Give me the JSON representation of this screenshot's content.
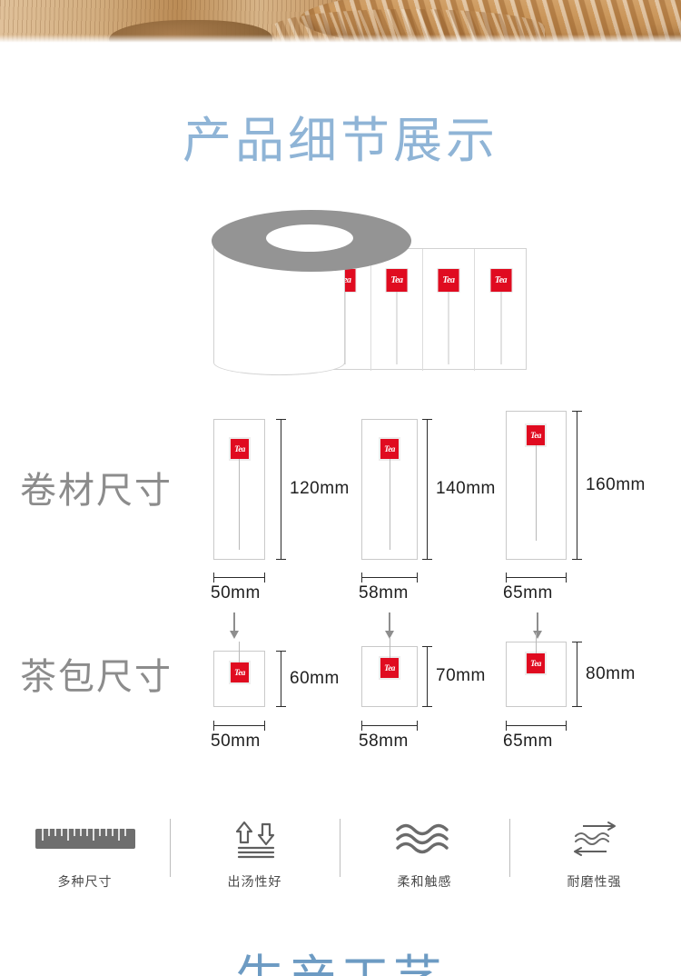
{
  "hero": {
    "alt": "bamboo-basket-photo",
    "description": "woven bamboo basket on wooden board"
  },
  "section_title": "产品细节展示",
  "roll_illustration": {
    "name": "tea-bag-roll-illustration",
    "tag_text": "Tea",
    "panel_count": 5
  },
  "rows": [
    {
      "label": "卷材尺寸",
      "name": "roll-material-size",
      "specs": [
        {
          "width_label": "50mm",
          "height_label": "120mm",
          "tag_text": "Tea"
        },
        {
          "width_label": "58mm",
          "height_label": "140mm",
          "tag_text": "Tea"
        },
        {
          "width_label": "65mm",
          "height_label": "160mm",
          "tag_text": "Tea"
        }
      ]
    },
    {
      "label": "茶包尺寸",
      "name": "tea-bag-size",
      "specs": [
        {
          "width_label": "50mm",
          "height_label": "60mm",
          "tag_text": "Tea"
        },
        {
          "width_label": "58mm",
          "height_label": "70mm",
          "tag_text": "Tea"
        },
        {
          "width_label": "65mm",
          "height_label": "80mm",
          "tag_text": "Tea"
        }
      ]
    }
  ],
  "features": [
    {
      "label": "多种尺寸",
      "icon": "ruler-icon"
    },
    {
      "label": "出汤性好",
      "icon": "up-down-arrows-icon"
    },
    {
      "label": "柔和触感",
      "icon": "wavy-lines-icon"
    },
    {
      "label": "耐磨性强",
      "icon": "abrasion-arrows-icon"
    }
  ],
  "next_section_title": "生产工艺",
  "colors": {
    "title_blue": "#8fb4d6",
    "label_gray": "#8c8c8c",
    "tag_red": "#e00b20",
    "roll_gray": "#949494",
    "dim_line": "#2b2b2b"
  }
}
